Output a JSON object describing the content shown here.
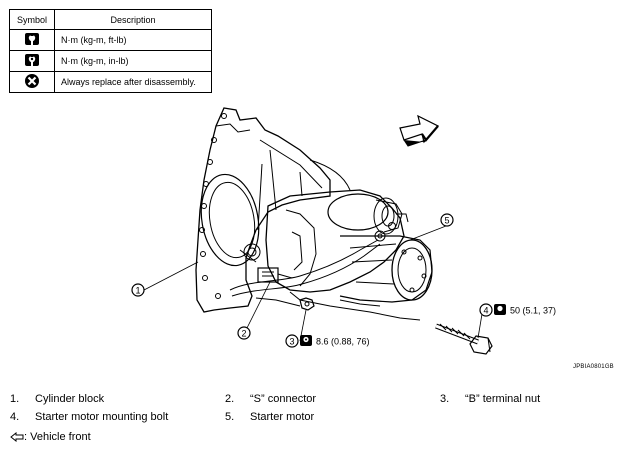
{
  "legend": {
    "header_symbol": "Symbol",
    "header_description": "Description",
    "rows": [
      {
        "icon": "torque-wrench-icon",
        "description": "N·m (kg-m, ft-lb)"
      },
      {
        "icon": "torque-wrench-small-icon",
        "description": "N·m (kg-m, in-lb)"
      },
      {
        "icon": "replace-x-icon",
        "description": "Always replace after disassembly."
      }
    ]
  },
  "callouts": {
    "c1": "1",
    "c2": "2",
    "c3": "3",
    "c4": "4",
    "c5": "5"
  },
  "torque": {
    "nut": "8.6 (0.88, 76)",
    "bolt": "50 (5.1, 37)"
  },
  "figure_id": "JPBIA0801GB",
  "parts": [
    {
      "num": "1.",
      "name": "Cylinder block"
    },
    {
      "num": "2.",
      "name": "“S” connector"
    },
    {
      "num": "3.",
      "name": "“B” terminal nut"
    },
    {
      "num": "4.",
      "name": "Starter motor mounting bolt"
    },
    {
      "num": "5.",
      "name": "Starter motor"
    }
  ],
  "vehicle_front": ": Vehicle front"
}
